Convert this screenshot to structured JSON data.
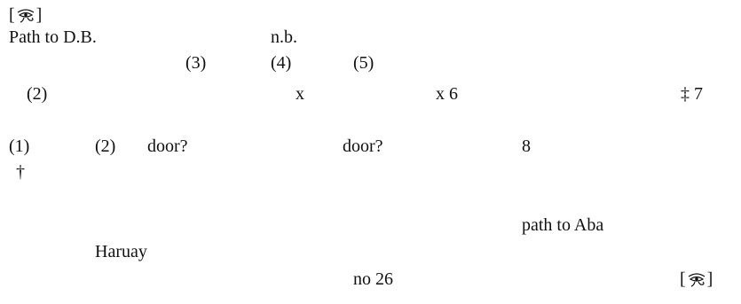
{
  "notes": {
    "path_to_db": "Path to D.B.",
    "nb": "n.b.",
    "n3": "(3)",
    "n4": "(4)",
    "n5": "(5)",
    "n2_top": "(2)",
    "x": "x",
    "x6": "x 6",
    "dagger7": "‡ 7",
    "n1": "(1)",
    "n2_mid": "(2)",
    "door1": "door?",
    "door2": "door?",
    "n8": "8",
    "dagger": "†",
    "path_to_aba": "path to Aba",
    "haruay": "Haruay",
    "no26": "no 26"
  },
  "brackets": {
    "open": "[",
    "close": "]"
  },
  "glyphs": {
    "top_left": "eye-of-horus-hieroglyph-icon",
    "bottom_right": "eye-of-horus-hieroglyph-icon"
  }
}
